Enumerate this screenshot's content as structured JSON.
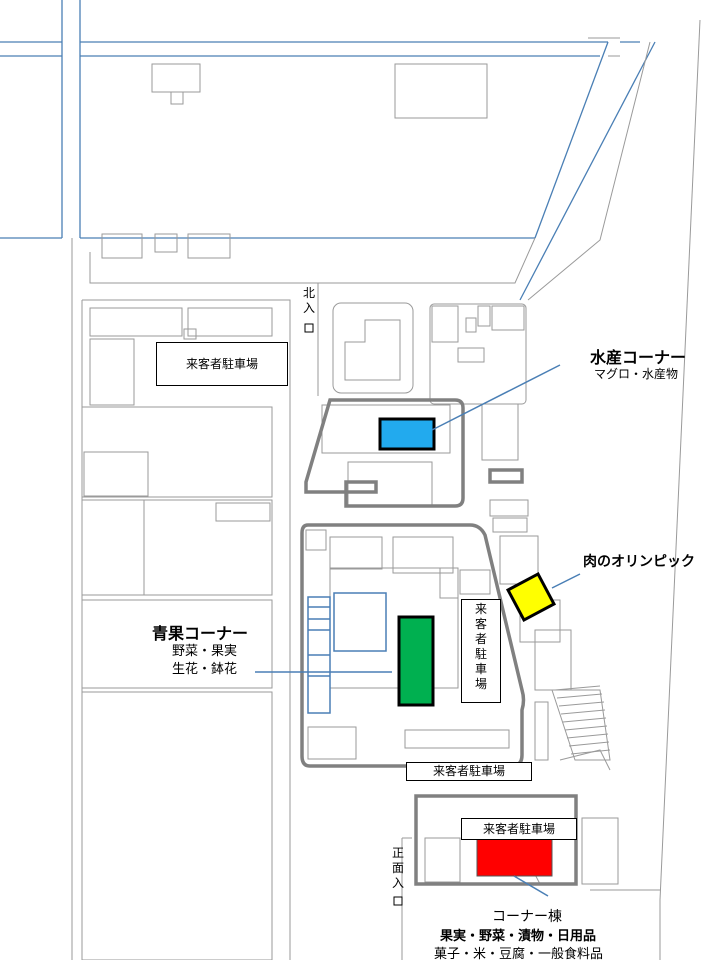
{
  "map": {
    "labels": {
      "north_entrance": [
        "北",
        "入",
        "口"
      ],
      "main_entrance": [
        "正",
        "面",
        "入",
        "口"
      ],
      "parking_top": "来客者駐車場",
      "parking_center_vertical": [
        "来",
        "客",
        "者",
        "駐",
        "車",
        "場"
      ],
      "parking_bottom_center": "来客者駐車場",
      "parking_corner_building": "来客者駐車場"
    },
    "sections": {
      "seafood": {
        "title": "水産コーナー",
        "items": "マグロ・水産物",
        "color": "#22aaee"
      },
      "meat": {
        "title": "肉のオリンピック",
        "color": "#ffff00"
      },
      "produce": {
        "title": "青果コーナー",
        "items_line1": "野菜・果実",
        "items_line2": "生花・鉢花",
        "color": "#00b050"
      },
      "corner_building": {
        "title": "コーナー棟",
        "items_line1": "果実・野菜・漬物・日用品",
        "items_line2": "菓子・米・豆腐・一般食料品",
        "color": "#ff0000"
      }
    }
  }
}
